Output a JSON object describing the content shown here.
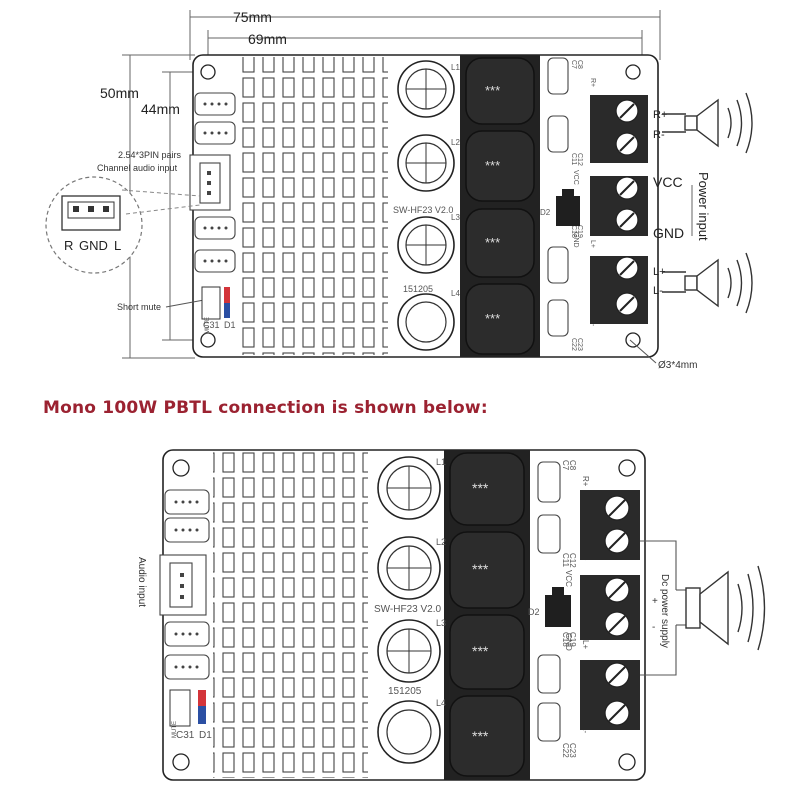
{
  "dimensions": {
    "outer_width": "75mm",
    "inner_width": "69mm",
    "outer_height": "50mm",
    "inner_height": "44mm"
  },
  "labels": {
    "pin_pairs": "2.54*3PIN pairs",
    "channel_audio_input": "Channel audio input",
    "connector_r": "R",
    "connector_gnd": "GND",
    "connector_l": "L",
    "short_mute": "Short mute",
    "mounting_hole": "Ø3*4mm",
    "power_input": "Power input",
    "vcc": "VCC",
    "gnd": "GND",
    "r_plus": "R+",
    "r_minus": "R-",
    "l_plus": "L+",
    "l_minus": "L-",
    "audio_input": "Audio input",
    "dc_power_supply": "Dc power supply",
    "dc_plus": "+",
    "dc_minus": "-"
  },
  "board": {
    "model": "SW-HF23 V2.0",
    "date_code": "151205",
    "inductors": [
      "L1",
      "L2",
      "L3",
      "L4"
    ],
    "inductor_mark": "***",
    "caps_top": [
      "C7",
      "C8",
      "C11",
      "C12"
    ],
    "caps_bottom": [
      "C18",
      "C19",
      "C22",
      "C23"
    ],
    "diode": "D2",
    "mute_cap": "C31",
    "mute_diode": "D1",
    "mute_text": "MUTE",
    "term_r_plus": "R+",
    "term_r_minus": "R-",
    "term_vcc": "VCC",
    "term_gnd": "GND",
    "term_l_plus": "L+",
    "term_l_minus": "L-"
  },
  "mono_title": "Mono 100W PBTL connection is shown below:",
  "colors": {
    "title": "#9b2231",
    "inductor": "#222222",
    "terminal": "#2a2a2a",
    "mute_red": "#d3343a",
    "mute_blue": "#2b4fa3"
  }
}
